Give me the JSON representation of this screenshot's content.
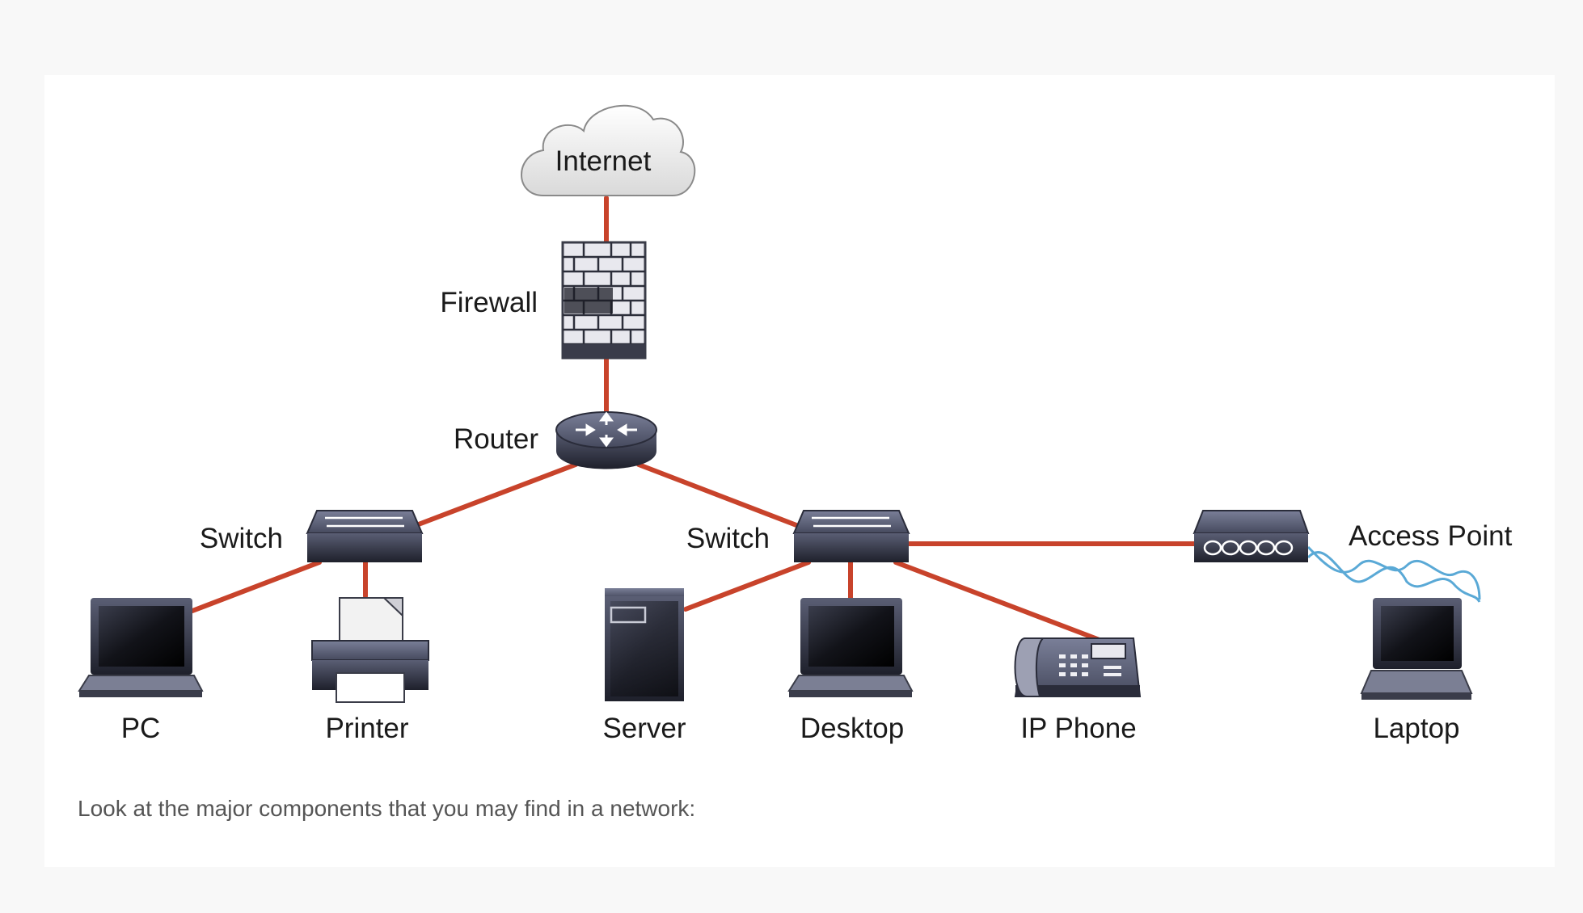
{
  "nodes": {
    "internet": "Internet",
    "firewall": "Firewall",
    "router": "Router",
    "switch_left": "Switch",
    "switch_right": "Switch",
    "access_point": "Access Point",
    "pc": "PC",
    "printer": "Printer",
    "server": "Server",
    "desktop": "Desktop",
    "ip_phone": "IP Phone",
    "laptop": "Laptop"
  },
  "caption": "Look at the major components that you may find in a network:",
  "colors": {
    "link": "#c8432b",
    "wireless": "#5aa9d6",
    "device_dark": "#2a2c3a",
    "device_mid": "#4a4e62",
    "screen": "#111318"
  }
}
